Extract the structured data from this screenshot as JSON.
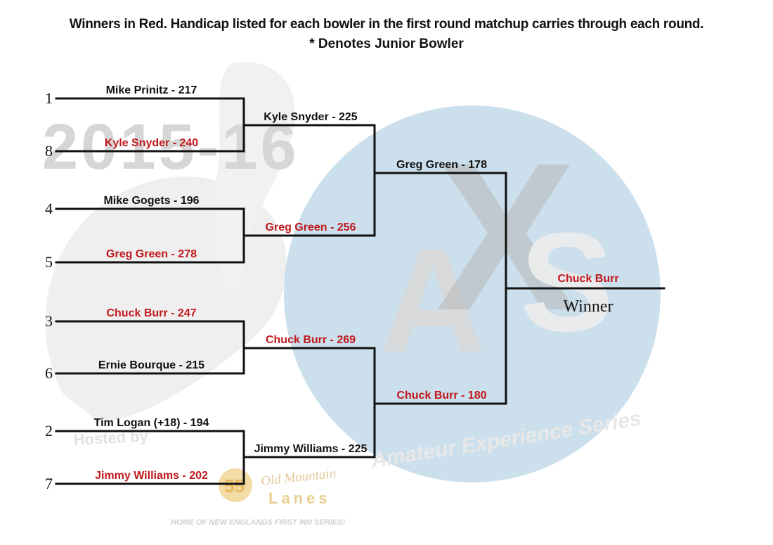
{
  "header": {
    "line1": "Winners in Red.  Handicap listed for each bowler in the first round matchup carries through each round.",
    "line2": "* Denotes Junior Bowler"
  },
  "colors": {
    "line": "#111111",
    "loser_text": "#111111",
    "winner_text": "#c0181d",
    "seed_text": "#111111",
    "logo_circle": "#b9d4e6",
    "logo_letters": "#d9d9d9",
    "watermark": "#d6d6d6"
  },
  "watermark": {
    "season_text": "2015-16",
    "logo_letters": [
      "A",
      "X",
      "S"
    ],
    "series_name": "Amateur Experience Series",
    "hosted_by": "Hosted by",
    "sponsor_name": "Old Mountain",
    "sponsor_badge": "55",
    "sponsor_sub1": "Lanes",
    "sponsor_tagline": "HOME OF NEW ENGLANDS FIRST 900 SERIES!"
  },
  "round1": [
    {
      "seed": "1",
      "label": "Mike Prinitz - 217",
      "winner": false
    },
    {
      "seed": "8",
      "label": "Kyle Snyder - 240",
      "winner": true
    },
    {
      "seed": "4",
      "label": "Mike Gogets - 196",
      "winner": false
    },
    {
      "seed": "5",
      "label": "Greg Green - 278",
      "winner": true
    },
    {
      "seed": "3",
      "label": "Chuck Burr - 247",
      "winner": true
    },
    {
      "seed": "6",
      "label": "Ernie Bourque - 215",
      "winner": false
    },
    {
      "seed": "2",
      "label": "Tim Logan (+18) - 194",
      "winner": false
    },
    {
      "seed": "7",
      "label": "Jimmy Williams - 202",
      "winner": true
    }
  ],
  "round2": [
    {
      "label": "Kyle Snyder - 225",
      "winner": false
    },
    {
      "label": "Greg Green - 256",
      "winner": true
    },
    {
      "label": "Chuck Burr - 269",
      "winner": true
    },
    {
      "label": "Jimmy Williams - 225",
      "winner": false
    }
  ],
  "round3": [
    {
      "label": "Greg Green - 178",
      "winner": false
    },
    {
      "label": "Chuck Burr - 180",
      "winner": true
    }
  ],
  "champion": {
    "name": "Chuck Burr",
    "caption": "Winner"
  }
}
